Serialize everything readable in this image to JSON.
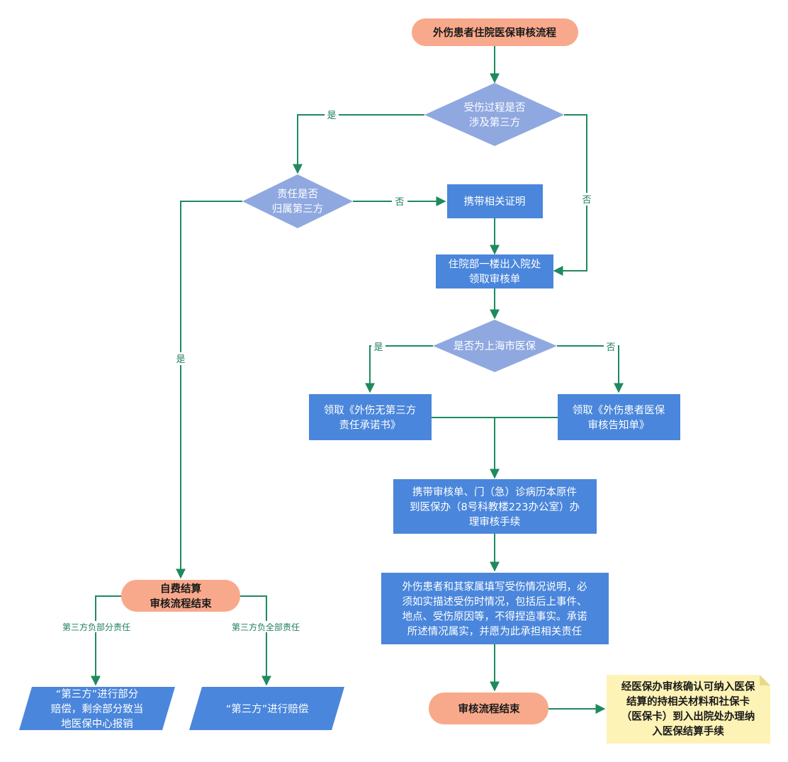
{
  "nodes": {
    "start": [
      "外伤患者住院医保审核流程"
    ],
    "q_third_party": [
      "受伤过程是否",
      "涉及第三方"
    ],
    "q_responsibility": [
      "责任是否",
      "归属第三方"
    ],
    "bring_proof": [
      "携带相关证明"
    ],
    "get_form": [
      "住院部一楼出入院处",
      "领取审核单"
    ],
    "q_shanghai": [
      "是否为上海市医保"
    ],
    "commitment_letter": [
      "领取《外伤无第三方",
      "责任承诺书》"
    ],
    "notice_letter": [
      "领取《外伤患者医保",
      "审核告知单》"
    ],
    "submit_docs": [
      "携带审核单、门（急）诊病历本原件",
      "到医保办（8号科教楼223办公室）办",
      "理审核手续"
    ],
    "fill_statement": [
      "外伤患者和其家属填写受伤情况说明，必",
      "须如实描述受伤时情况，包括后上事件、",
      "地点、受伤原因等，不得捏造事实。承诺",
      "所述情况属实，并愿为此承担相关责任"
    ],
    "self_pay_end": [
      "自费结算",
      "审核流程结束"
    ],
    "partial_comp": [
      "“第三方”进行部分",
      "赔偿，剩余部分致当",
      "地医保中心报销"
    ],
    "full_comp": [
      "“第三方”进行赔偿"
    ],
    "review_end": [
      "审核流程结束"
    ],
    "note": [
      "经医保办审核确认可纳入医保",
      "结算的持相关材料和社保卡",
      "（医保卡）到入出院处办理纳",
      "入医保结算手续"
    ]
  },
  "edge_labels": {
    "yes_third_party": "是",
    "no_third_party": "否",
    "yes_responsibility": "是",
    "no_responsibility": "否",
    "yes_shanghai": "是",
    "no_shanghai": "否",
    "partial_responsibility": "第三方负部分责任",
    "full_responsibility": "第三方负全部责任"
  },
  "colors": {
    "process": "#4a86db",
    "decision": "#8fa8e0",
    "terminal": "#f8a98c",
    "note": "#fdf3b6",
    "edge": "#1e8a5e"
  }
}
